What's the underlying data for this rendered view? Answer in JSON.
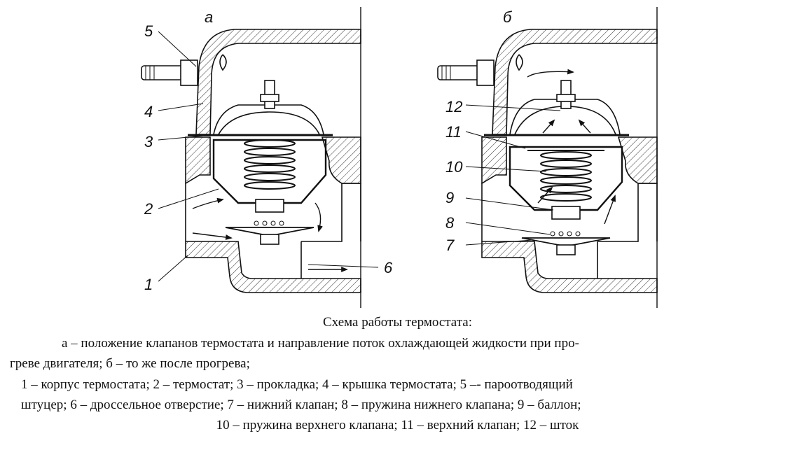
{
  "figure": {
    "panel_a": "а",
    "panel_b": "б",
    "labels_a": [
      "5",
      "4",
      "3",
      "2",
      "1",
      "6"
    ],
    "labels_b": [
      "12",
      "11",
      "10",
      "9",
      "8",
      "7"
    ]
  },
  "caption": {
    "title": "Схема работы термостата:",
    "line1": "а – положение клапанов термостата и направление поток охлаждающей жидкости при про-",
    "line2": "греве двигателя; б – то же после прогрева;",
    "line3": "1 – корпус термостата; 2 – термостат; 3 – прокладка; 4 – крышка термостата; 5 –- пароотводящий",
    "line4": "штуцер; 6 – дроссельное отверстие; 7 – нижний клапан; 8 – пружина нижнего клапана; 9 – баллон;",
    "line5": "10 – пружина верхнего клапана; 11 – верхний клапан; 12 – шток"
  }
}
